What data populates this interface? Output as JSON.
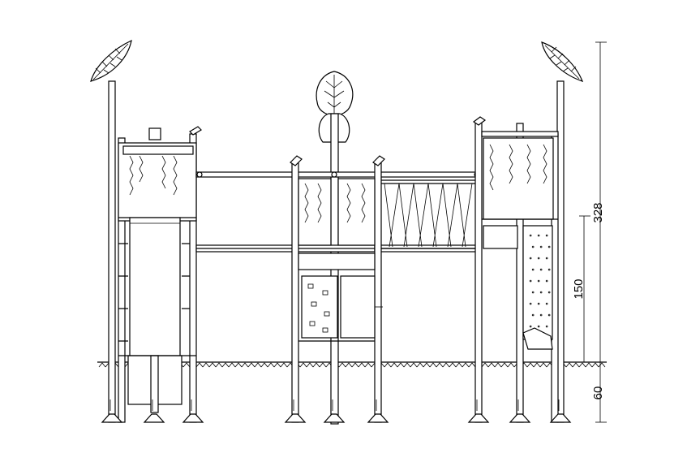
{
  "dimensions": {
    "total_height": "328",
    "platform_height": "150",
    "foundation_depth": "60"
  },
  "colors": {
    "line": "#000000",
    "background": "#ffffff"
  }
}
